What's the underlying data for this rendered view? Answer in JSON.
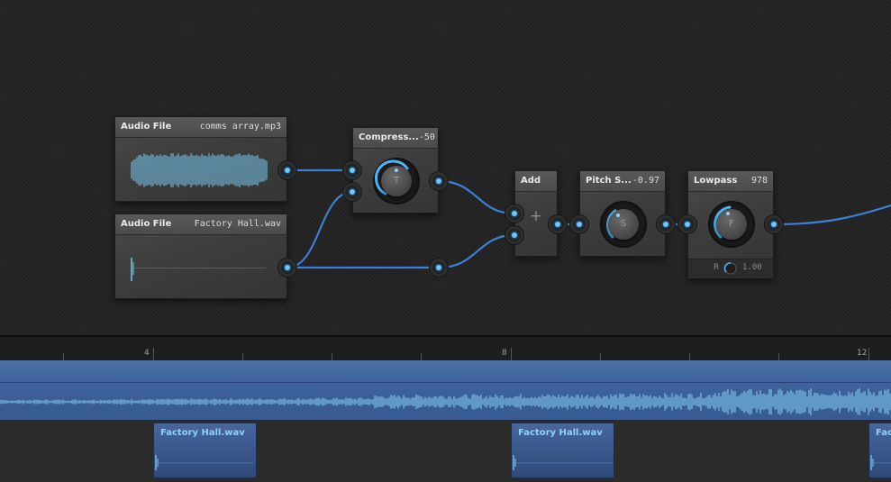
{
  "colors": {
    "accent": "#6ac8ff",
    "wire": "#3d7fd6",
    "track": "#3e629c"
  },
  "nodes": {
    "audio1": {
      "title": "Audio File",
      "value": "comms array.mp3"
    },
    "audio2": {
      "title": "Audio File",
      "value": "Factory Hall.wav"
    },
    "compressor": {
      "title": "Compress...",
      "value": "-50",
      "knob_label": "T"
    },
    "add": {
      "title": "Add",
      "symbol": "+"
    },
    "pitch": {
      "title": "Pitch S...",
      "value": "-0.97",
      "knob_label": "S"
    },
    "lowpass": {
      "title": "Lowpass",
      "value": "978",
      "knob_label": "F",
      "res_label": "R",
      "res_value": "1.00"
    }
  },
  "timeline": {
    "bar_labels": [
      "4",
      "8",
      "12"
    ],
    "clips": [
      {
        "label": "Factory Hall.wav"
      },
      {
        "label": "Factory Hall.wav"
      },
      {
        "label": "Factory Hall.wav"
      }
    ]
  }
}
